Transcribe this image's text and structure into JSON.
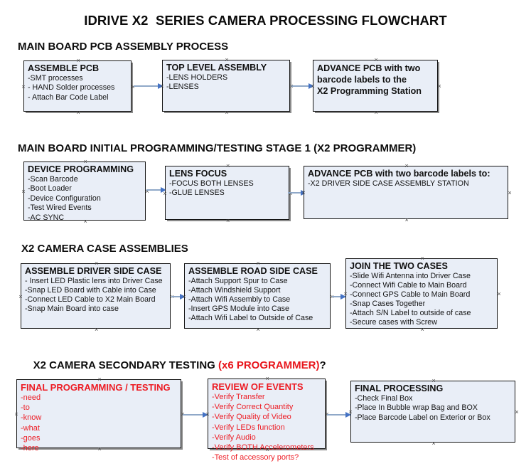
{
  "document": {
    "title": "IDRIVE X2  SERIES CAMERA PROCESSING FLOWCHART"
  },
  "colors": {
    "box_fill": "#e9eef7",
    "box_border": "#141414",
    "arrow_shaft": "#8fa8c8",
    "arrow_head": "#4472c4",
    "accent_red": "#ed1c24",
    "text_black": "#141414",
    "background": "#ffffff"
  },
  "sections": [
    {
      "heading": "MAIN BOARD PCB ASSEMBLY PROCESS",
      "heading_accent": "",
      "boxes": [
        {
          "header": "ASSEMBLE PCB",
          "items": [
            "-SMT processes",
            "- HAND Solder processes",
            "- Attach Bar Code Label"
          ]
        },
        {
          "header": "TOP LEVEL ASSEMBLY",
          "items": [
            "-LENS HOLDERS",
            "-LENSES"
          ]
        },
        {
          "header": "ADVANCE PCB with two",
          "items": [
            "barcode labels to the",
            " X2 Programming Station"
          ]
        }
      ]
    },
    {
      "heading": "MAIN BOARD INITIAL PROGRAMMING/TESTING STAGE 1 (X2 PROGRAMMER)",
      "heading_accent": "",
      "boxes": [
        {
          "header": "DEVICE PROGRAMMING",
          "items": [
            "-Scan Barcode",
            "-Boot Loader",
            "-Device Configuration",
            "-Test Wired Events",
            "-AC SYNC"
          ]
        },
        {
          "header": "LENS FOCUS",
          "items": [
            "-FOCUS BOTH LENSES",
            "-GLUE LENSES"
          ]
        },
        {
          "header": "ADVANCE PCB with two barcode labels to:",
          "items": [
            "-X2 DRIVER  SIDE  CASE  ASSEMBLY STATION"
          ]
        }
      ]
    },
    {
      "heading": "X2 CAMERA CASE ASSEMBLIES",
      "heading_accent": "",
      "boxes": [
        {
          "header": "ASSEMBLE DRIVER SIDE CASE",
          "items": [
            "- Insert LED Plastic lens into Driver Case",
            "-Snap LED Board with Cable into Case",
            "-Connect LED Cable to X2 Main Board",
            "-Snap Main Board into case"
          ]
        },
        {
          "header": "ASSEMBLE ROAD SIDE CASE",
          "items": [
            "-Attach Support Spur to Case",
            "-Attach Windshield Support",
            "-Attach Wifi Assembly to Case",
            "-Insert GPS Module into Case",
            "-Attach Wifi Label to Outside of Case"
          ]
        },
        {
          "header": "JOIN THE TWO CASES",
          "items": [
            "-Slide Wifi Antenna into Driver Case",
            "-Connect Wifi Cable to Main Board",
            "-Connect GPS Cable to Main Board",
            "-Snap Cases Together",
            "-Attach S/N Label to outside of case",
            "-Secure cases with Screw"
          ]
        }
      ]
    },
    {
      "heading": "X2 CAMERA SECONDARY TESTING ",
      "heading_accent": "(x6 PROGRAMMER)",
      "heading_tail": "?",
      "boxes": [
        {
          "header": "FINAL PROGRAMMING / TESTING",
          "items": [
            "-need",
            "-to",
            "-know",
            "-what",
            "-goes",
            "-here"
          ]
        },
        {
          "header": "REVIEW OF EVENTS",
          "items": [
            "-Verify Transfer",
            "-Verify Correct Quantity",
            "-Verify Quality of Video",
            "-Verify LEDs function",
            "-Verify Audio",
            "-Verify BOTH Accelerometers",
            "-Test of accessory ports?"
          ]
        },
        {
          "header": "FINAL PROCESSING",
          "items": [
            " -Check Final Box",
            "-Place In Bubble wrap Bag and BOX",
            "-Place Barcode Label on Exterior or Box"
          ]
        }
      ]
    }
  ]
}
